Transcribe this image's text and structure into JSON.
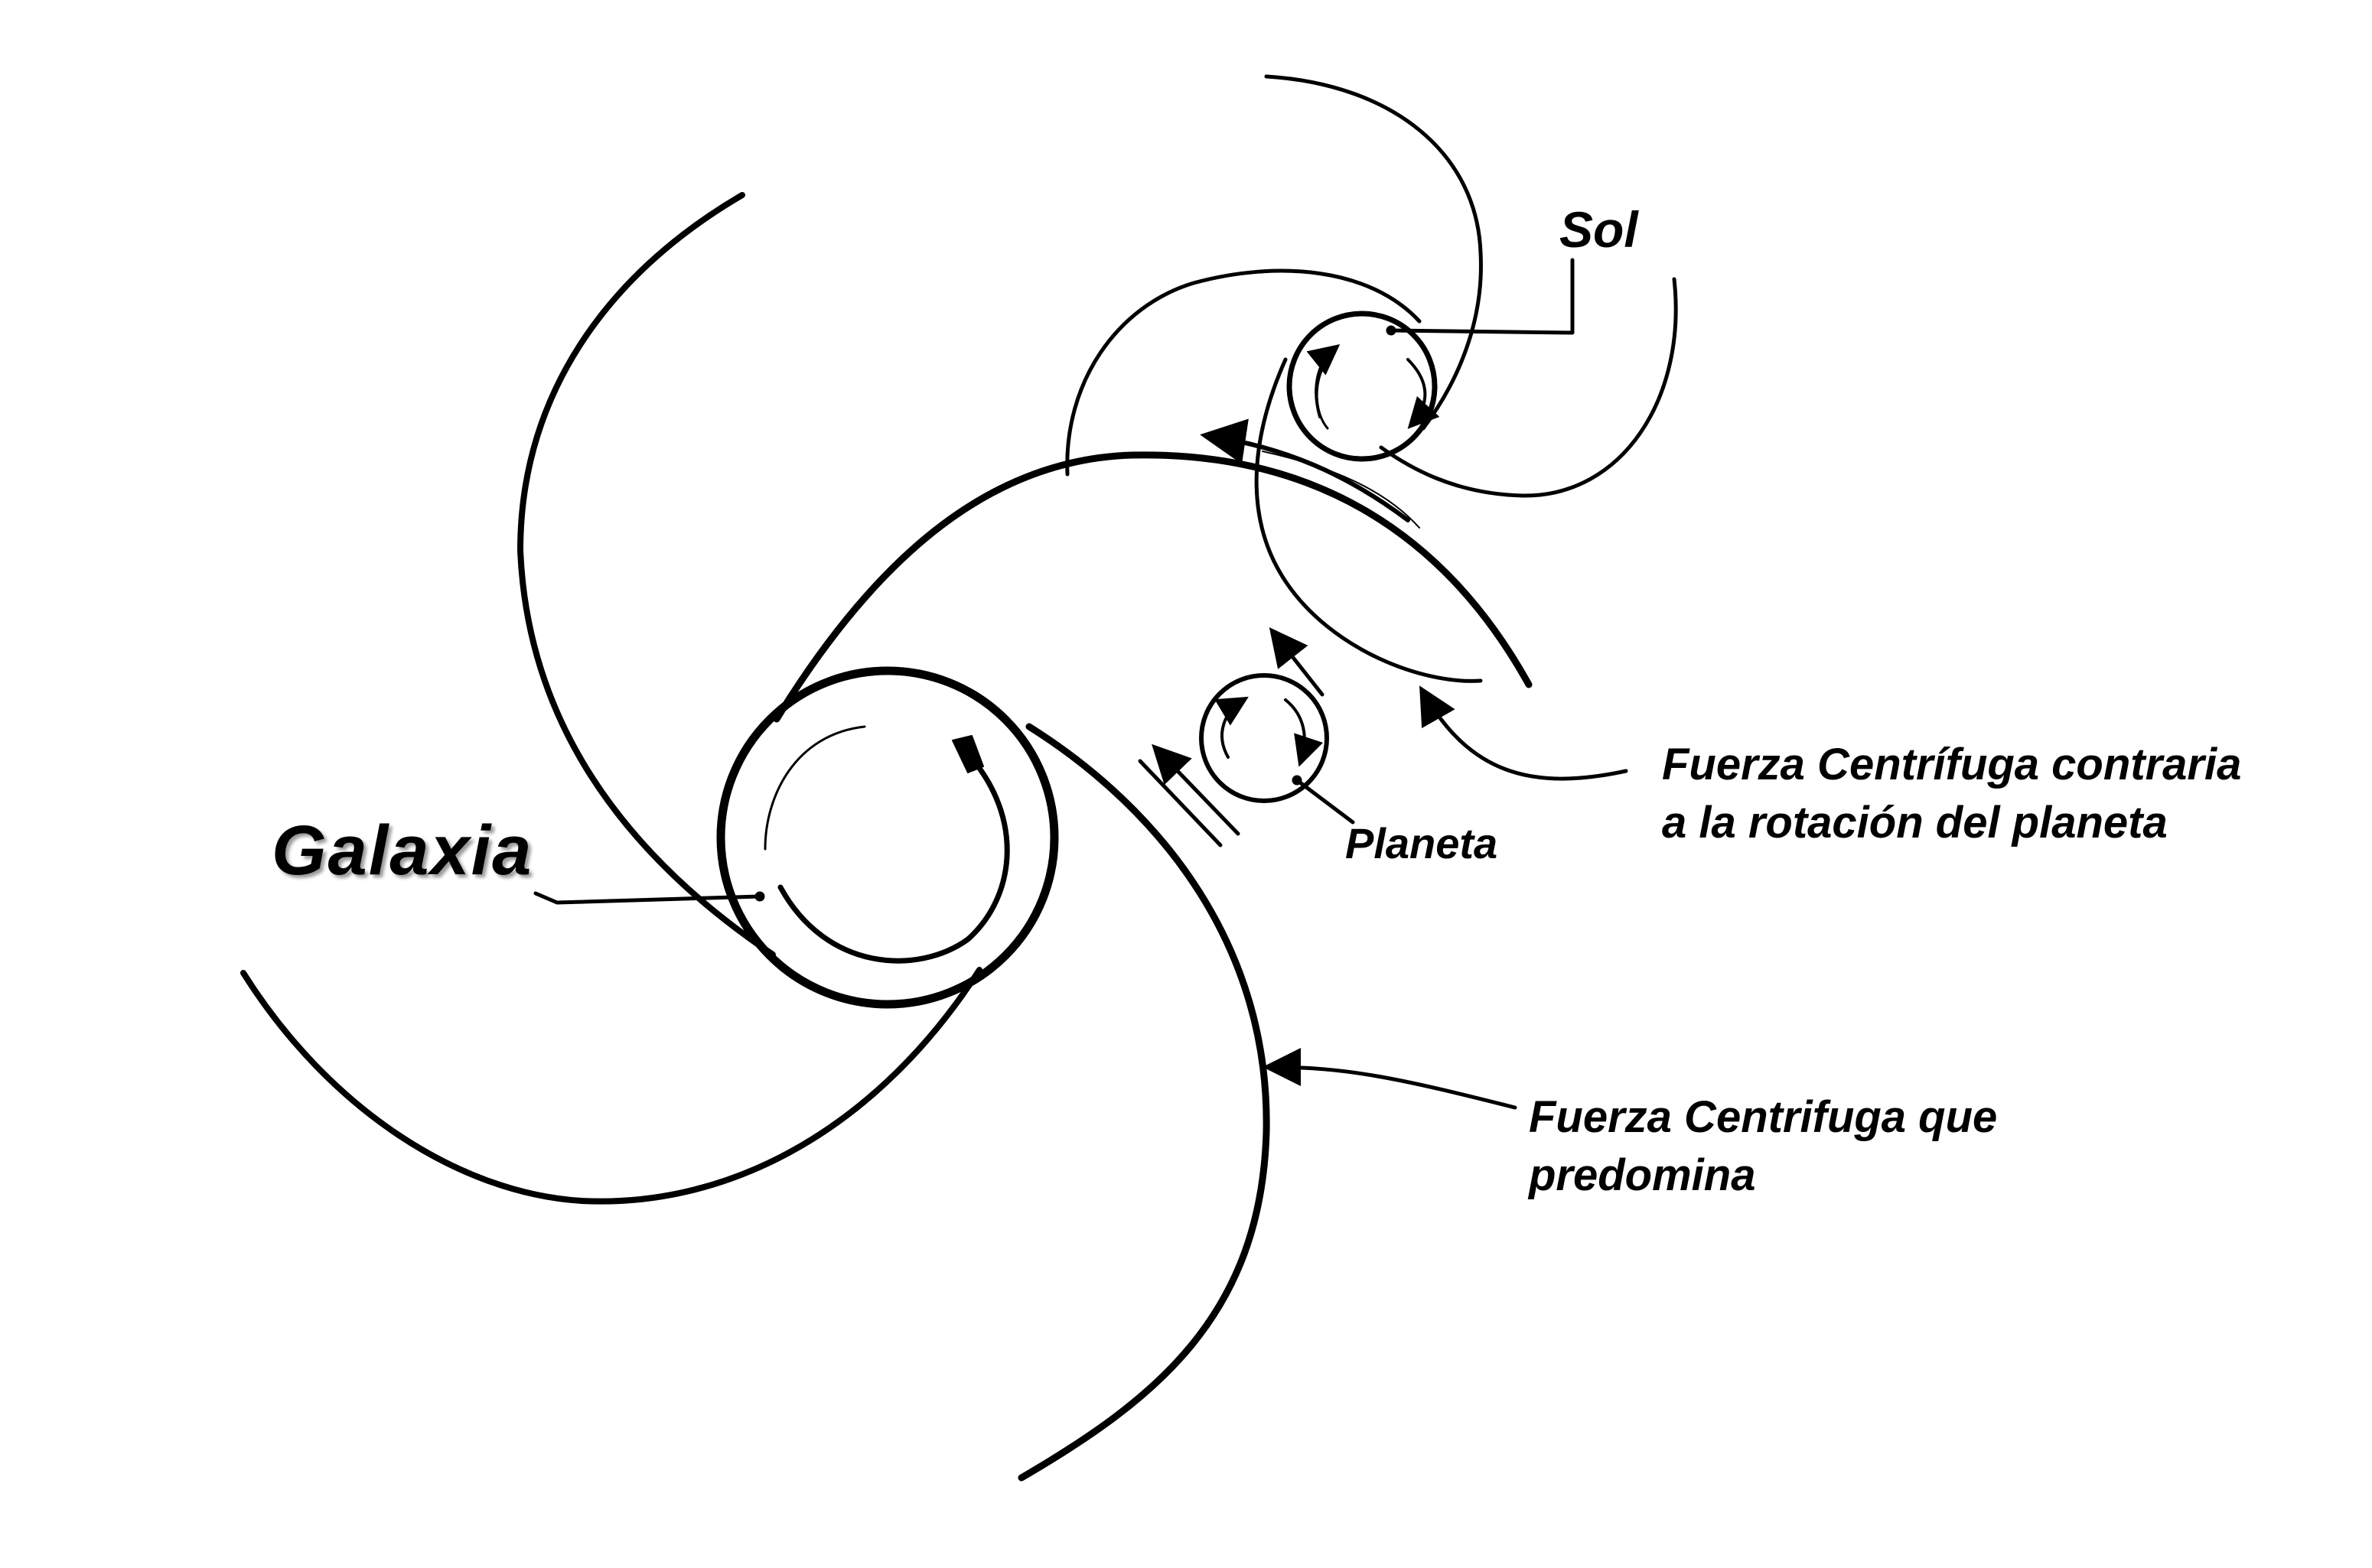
{
  "labels": {
    "galaxia": "Galaxia",
    "sol": "Sol",
    "planeta": "Planeta",
    "fuerza_contraria": [
      "Fuerza Centrífuga contraria",
      "a la rotación del planeta"
    ],
    "fuerza_predomina": [
      "Fuerza Centrifuga que",
      "predomina"
    ]
  },
  "colors": {
    "ink": "#000000",
    "background": "#ffffff"
  }
}
